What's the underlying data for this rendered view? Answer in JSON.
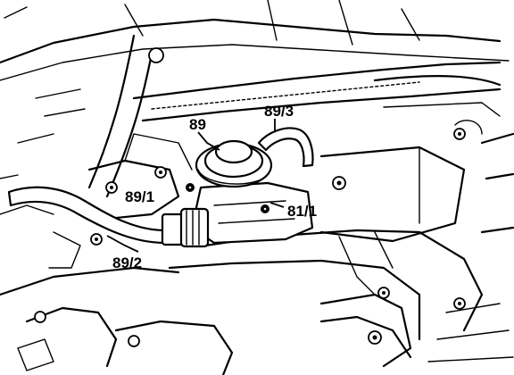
{
  "callouts": {
    "c89": "89",
    "c89_3": "89/3",
    "c89_1": "89/1",
    "c81_1": "81/1",
    "c89_2": "89/2"
  }
}
